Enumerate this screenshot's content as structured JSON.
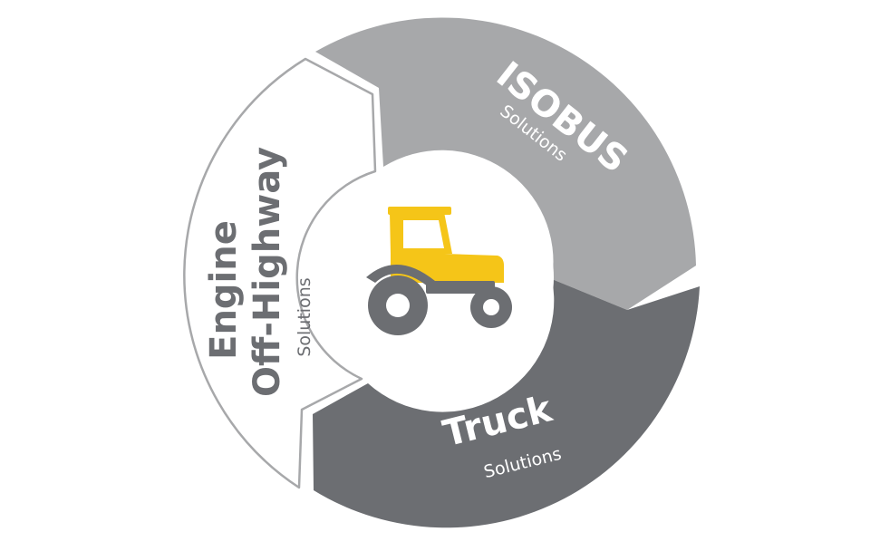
{
  "segments": {
    "isobus": {
      "title": "ISOBUS",
      "subtitle": "Solutions"
    },
    "truck": {
      "title": "Truck",
      "subtitle": "Solutions"
    },
    "engine": {
      "title_line1": "Engine",
      "title_line2": "Off-Highway",
      "subtitle": "Solutions"
    }
  },
  "center": {
    "icon": "tractor-icon"
  },
  "colors": {
    "isobus_fill": "#a7a8aa",
    "truck_fill": "#6c6e72",
    "engine_fill": "#ffffff",
    "engine_stroke": "#a7a8aa",
    "text_light": "#ffffff",
    "text_dark": "#6c6e72",
    "tractor_yellow": "#f5c518",
    "tractor_gray": "#6c6e72",
    "hub_fill": "#ffffff"
  }
}
